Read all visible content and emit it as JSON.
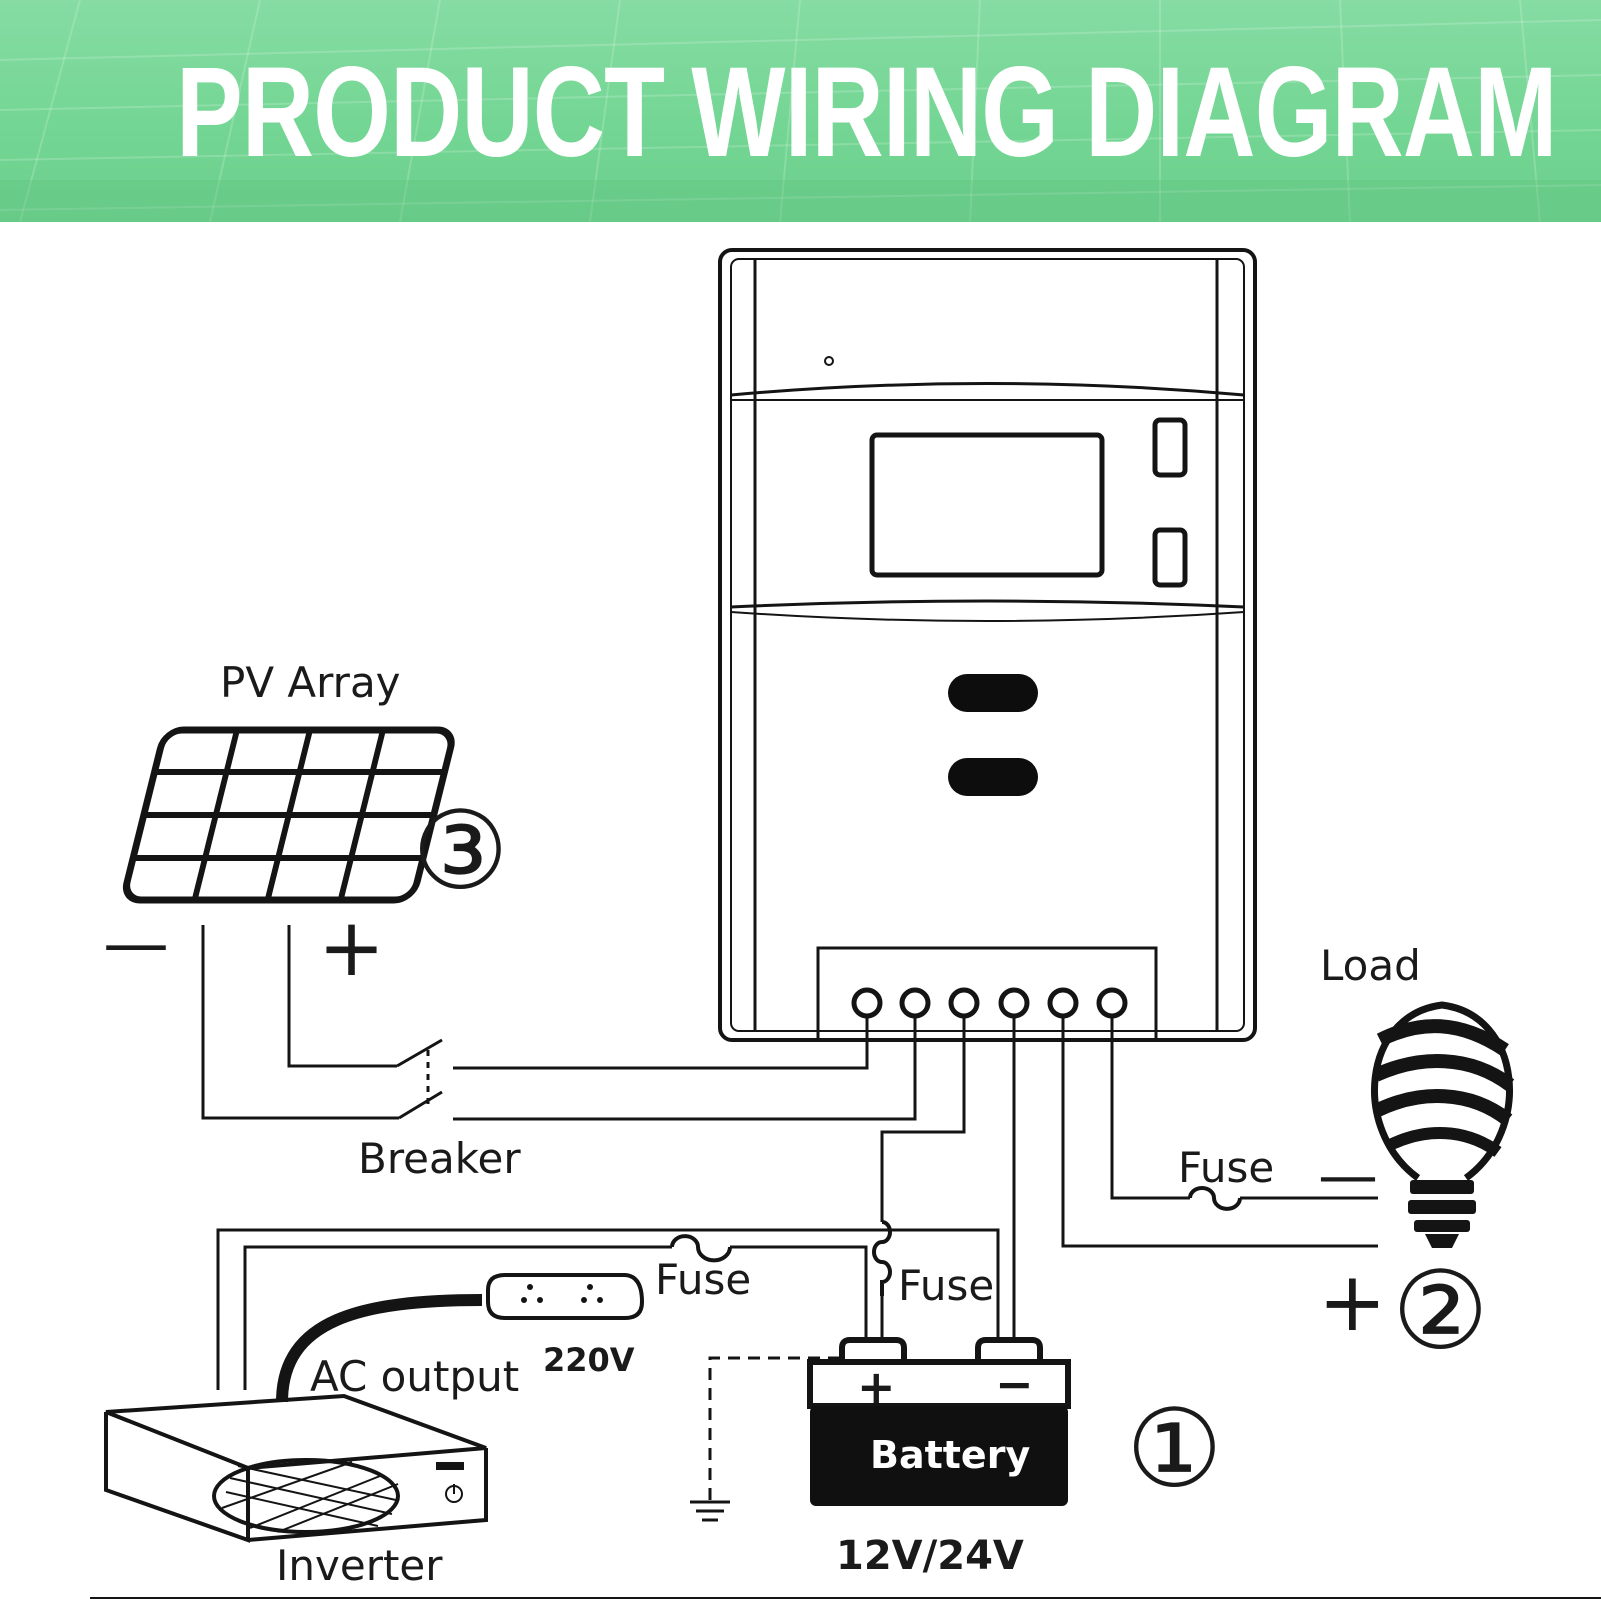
{
  "banner": {
    "title": "PRODUCT WIRING DIAGRAM",
    "background_color": "#74d694",
    "title_color": "#ffffff"
  },
  "labels": {
    "pv_array": "PV Array",
    "pv_minus": "—",
    "pv_plus": "+",
    "marker_3": "③",
    "breaker": "Breaker",
    "load": "Load",
    "load_fuse": "Fuse",
    "load_minus": "—",
    "load_plus": "+",
    "marker_2": "②",
    "inverter_fuse": "Fuse",
    "battery_fuse": "Fuse",
    "ac_output": "AC output",
    "ac_voltage": "220V",
    "battery": "Battery",
    "battery_plus": "+",
    "battery_minus": "−",
    "battery_voltage": "12V/24V",
    "marker_1": "①",
    "inverter": "Inverter"
  },
  "icons": {
    "controller": "solar-charge-controller-icon",
    "panel": "solar-panel-icon",
    "bulb": "light-bulb-icon",
    "battery": "battery-icon",
    "inverter": "inverter-icon",
    "socket": "power-strip-icon",
    "ground": "ground-symbol-icon",
    "fuse": "fuse-symbol-icon",
    "breaker": "breaker-switch-icon"
  }
}
